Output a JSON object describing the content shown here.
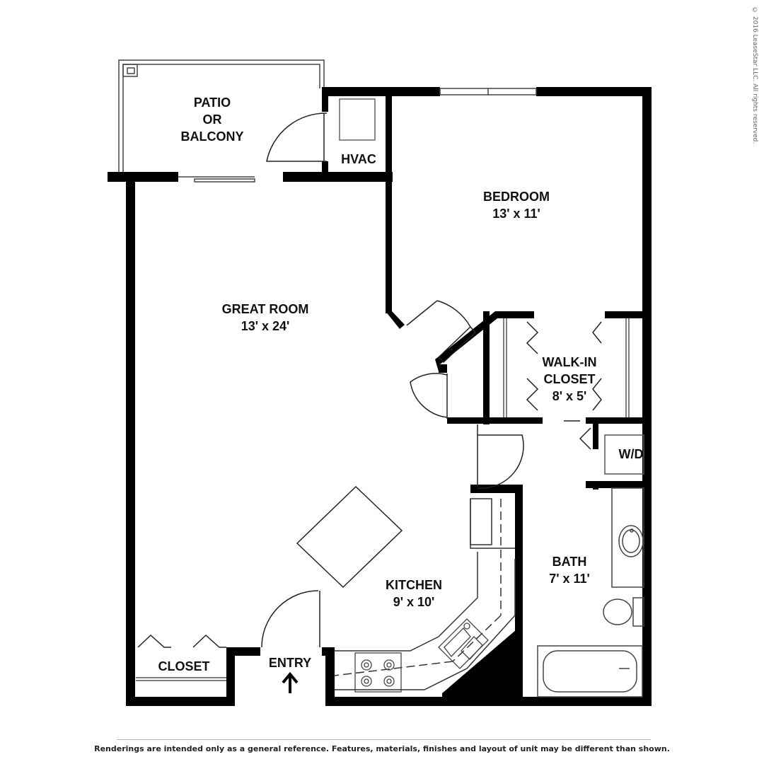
{
  "rooms": {
    "patio": {
      "line1": "PATIO",
      "line2": "OR",
      "line3": "BALCONY"
    },
    "hvac": {
      "name": "HVAC"
    },
    "bedroom": {
      "name": "BEDROOM",
      "size": "13' x 11'"
    },
    "great_room": {
      "name": "GREAT ROOM",
      "size": "13' x 24'"
    },
    "walk_in_closet": {
      "line1": "WALK-IN",
      "line2": "CLOSET",
      "size": "8' x 5'"
    },
    "wd": {
      "name": "W/D"
    },
    "bath": {
      "name": "BATH",
      "size": "7' x 11'"
    },
    "kitchen": {
      "name": "KITCHEN",
      "size": "9' x 10'"
    },
    "closet": {
      "name": "CLOSET"
    },
    "entry": {
      "name": "ENTRY"
    }
  },
  "copyright": "© 2016 LeaseStar LLC. All rights reserved.",
  "disclaimer": "Renderings are intended only as a general reference. Features, materials, finishes and layout of unit may be different than shown.",
  "colors": {
    "wall": "#000000",
    "fixture": "#555555",
    "background": "#ffffff"
  },
  "icons": [
    "entry-arrow-icon",
    "sink-icon",
    "stove-icon",
    "toilet-icon",
    "bathtub-icon",
    "door-swing-icon"
  ]
}
